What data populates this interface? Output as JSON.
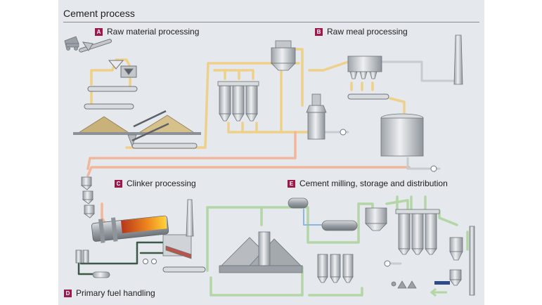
{
  "title": "Cement process",
  "sections": [
    {
      "badge": "A",
      "label": "Raw material processing"
    },
    {
      "badge": "B",
      "label": "Raw meal processing"
    },
    {
      "badge": "C",
      "label": "Clinker processing"
    },
    {
      "badge": "D",
      "label": "Primary fuel handling"
    },
    {
      "badge": "E",
      "label": "Cement milling, storage and distribution"
    }
  ],
  "colors": {
    "background": "#e5e8ec",
    "badge": "#a0184a",
    "raw_material_line": "#f2d58a",
    "clinker_line": "#f2b89a",
    "cement_line": "#b5d8a8",
    "fuel_line": "#3f5a46",
    "air_line": "#c8cdd2",
    "water_line": "#8fb7d9",
    "equipment_gray": "#b8bcc1",
    "material_pile": "#c9b27a",
    "kiln_flame": "#f08a1e"
  }
}
